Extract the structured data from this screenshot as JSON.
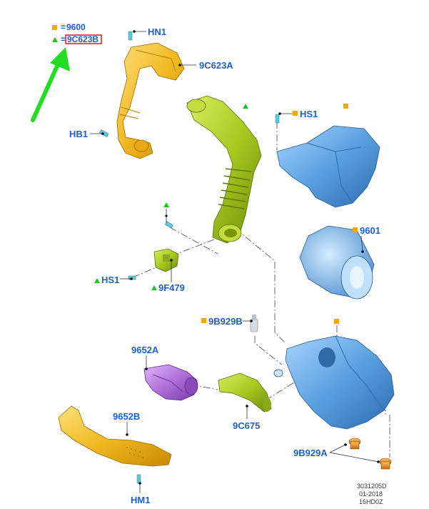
{
  "legend": {
    "square_value": "9600",
    "triangle_value": "9C623B",
    "equals": "="
  },
  "callouts": {
    "hn1": "HN1",
    "c9c623a": "9C623A",
    "hb1": "HB1",
    "hs1_top": "HS1",
    "p9601": "9601",
    "hs1_left": "HS1",
    "p9f479": "9F479",
    "p9b929b": "9B929B",
    "p9652a": "9652A",
    "p9652b": "9652B",
    "p9c675": "9C675",
    "p9b929a": "9B929A",
    "hm1": "HM1"
  },
  "reference": {
    "line1": "3031205D",
    "line2": "01-2018",
    "line3": "16HD0Z"
  },
  "colors": {
    "callout_text": "#1f5fc9",
    "marker_square": "#f4a800",
    "marker_triangle": "#22c41a",
    "highlight_box": "#e01a1a",
    "arrow": "#22dd22",
    "part_yellow": "#f0b820",
    "part_green": "#a8c820",
    "part_blue": "#5aa0e0",
    "part_purple": "#b070d8",
    "part_orange": "#e08a20",
    "fastener_cyan": "#60c8d8"
  }
}
